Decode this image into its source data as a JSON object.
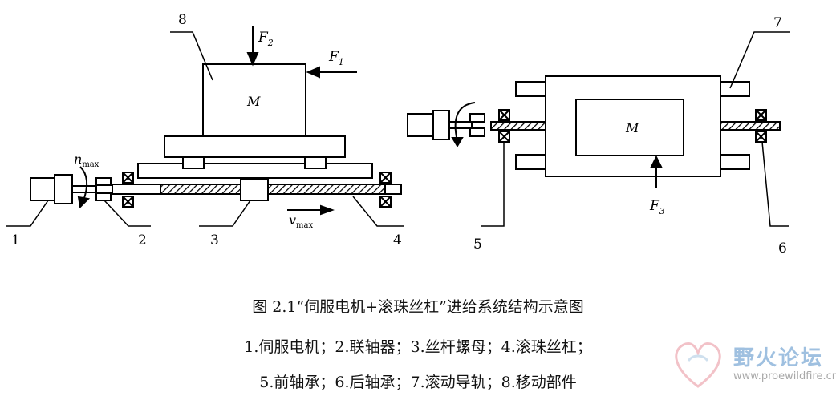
{
  "left_view": {
    "labels": [
      "1",
      "2",
      "3",
      "4",
      "8"
    ],
    "mass": "M",
    "force_f2": "F",
    "force_f2_sub": "2",
    "force_f1": "F",
    "force_f1_sub": "1",
    "speed_n": "n",
    "speed_n_sub": "max",
    "speed_v": "v",
    "speed_v_sub": "max"
  },
  "right_view": {
    "labels": [
      "5",
      "6",
      "7"
    ],
    "mass": "M",
    "force_f3": "F",
    "force_f3_sub": "3"
  },
  "caption": {
    "title": "图  2.1“伺服电机+滚珠丝杠”进给系统结构示意图",
    "line1": "1.伺服电机；2.联轴器；3.丝杆螺母；4.滚珠丝杠；",
    "line2": "5.前轴承；6.后轴承；7.滚动导轨；8.移动部件"
  },
  "watermark": {
    "name": "野火论坛",
    "url": "www.proewildfire.cn"
  }
}
